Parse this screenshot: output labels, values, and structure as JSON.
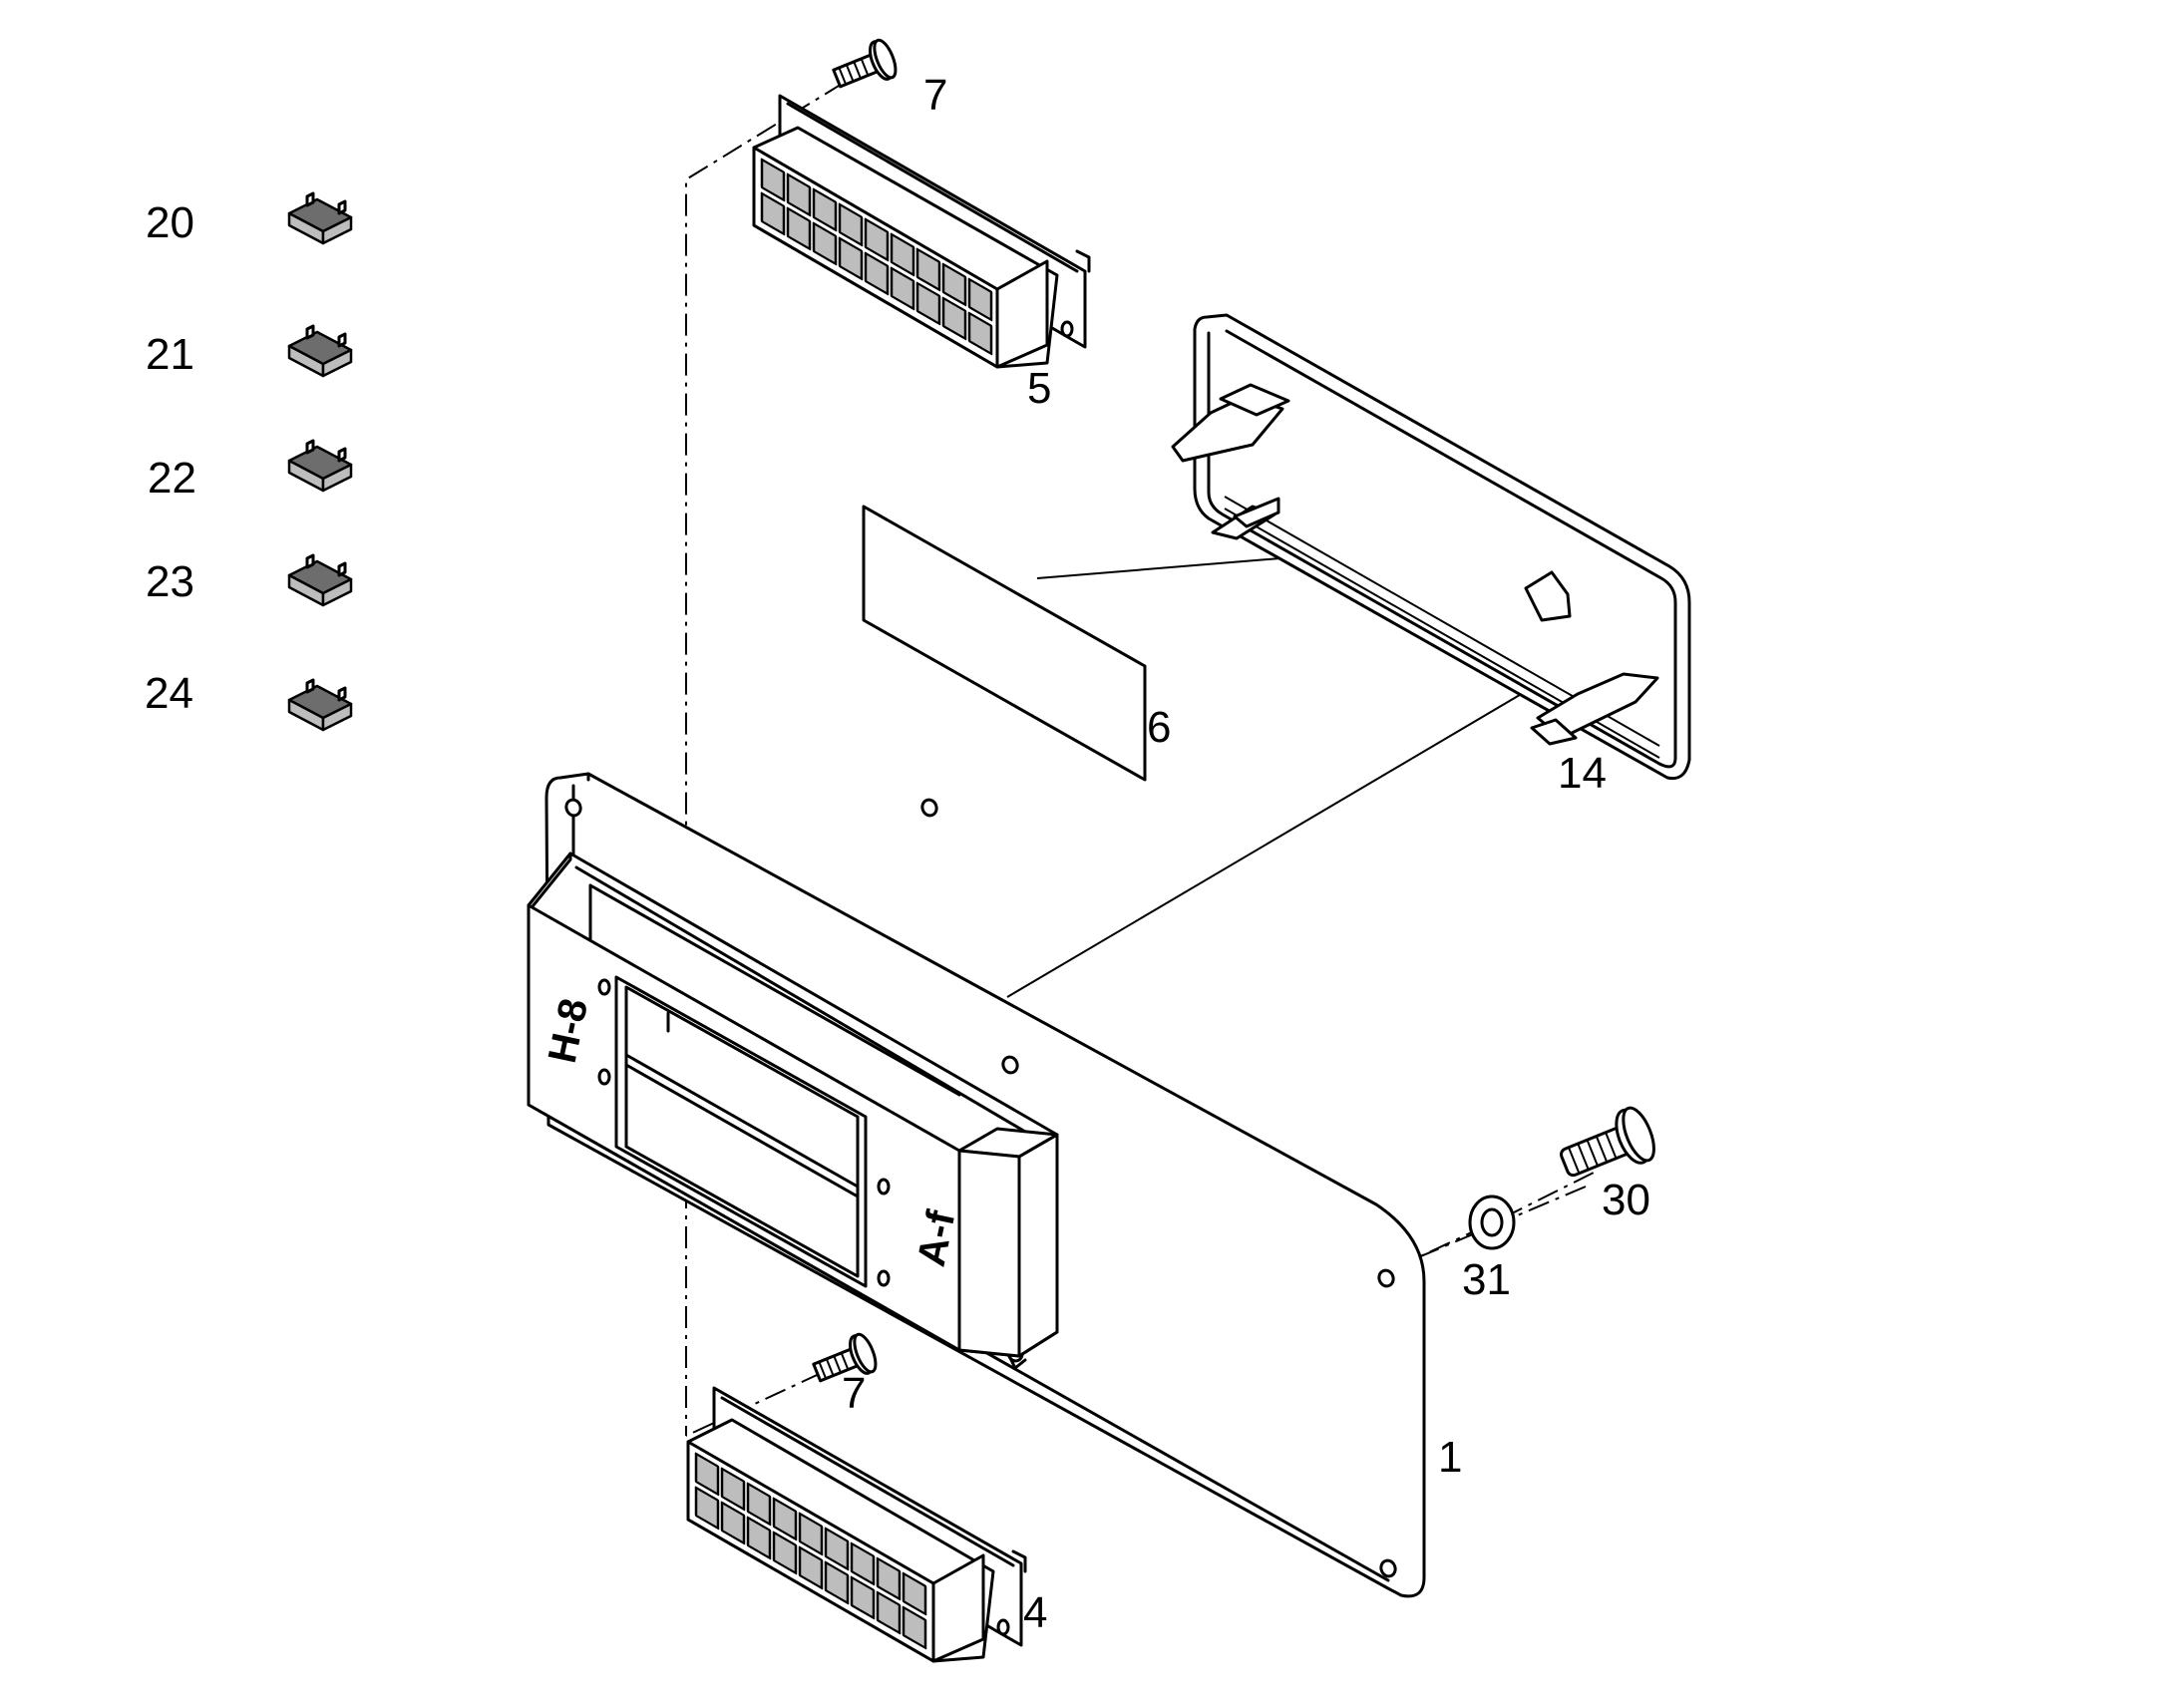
{
  "callouts": {
    "c1": "1",
    "c4": "4",
    "c5": "5",
    "c6": "6",
    "c7_top": "7",
    "c7_bottom": "7",
    "c14": "14",
    "c20": "20",
    "c21": "21",
    "c22": "22",
    "c23": "23",
    "c24": "24",
    "c30": "30",
    "c31": "31"
  },
  "panel_markings": {
    "left": "H-8",
    "right": "A-f"
  }
}
